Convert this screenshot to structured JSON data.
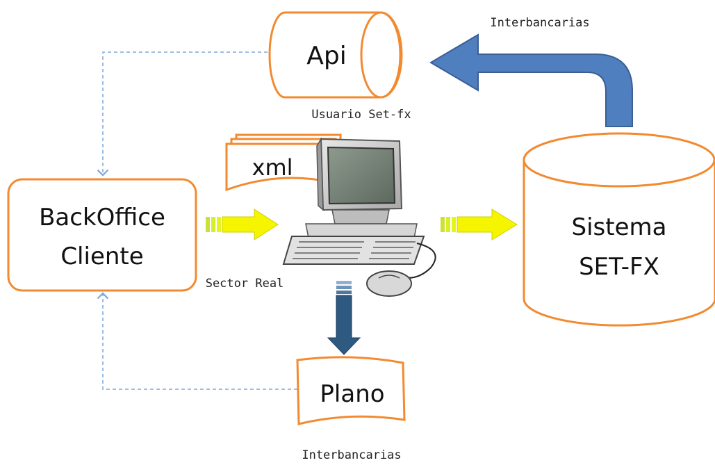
{
  "nodes": {
    "api": "Api",
    "xml": "xml",
    "backoffice_line1": "BackOffice",
    "backoffice_line2": "Cliente",
    "sistema_line1": "Sistema",
    "sistema_line2": "SET-FX",
    "plano": "Plano"
  },
  "captions": {
    "interbancarias_top": "Interbancarias",
    "usuario_setfx": "Usuario Set-fx",
    "sector_real": "Sector Real",
    "interbancarias_bottom": "Interbancarias"
  },
  "colors": {
    "shape_outline": "#f28a30",
    "blue_arrow": "#4f7fbf",
    "yellow_arrow": "#f5f500",
    "dark_blue_arrow": "#2e5a82",
    "dashed_connector": "#7fa7d9"
  }
}
